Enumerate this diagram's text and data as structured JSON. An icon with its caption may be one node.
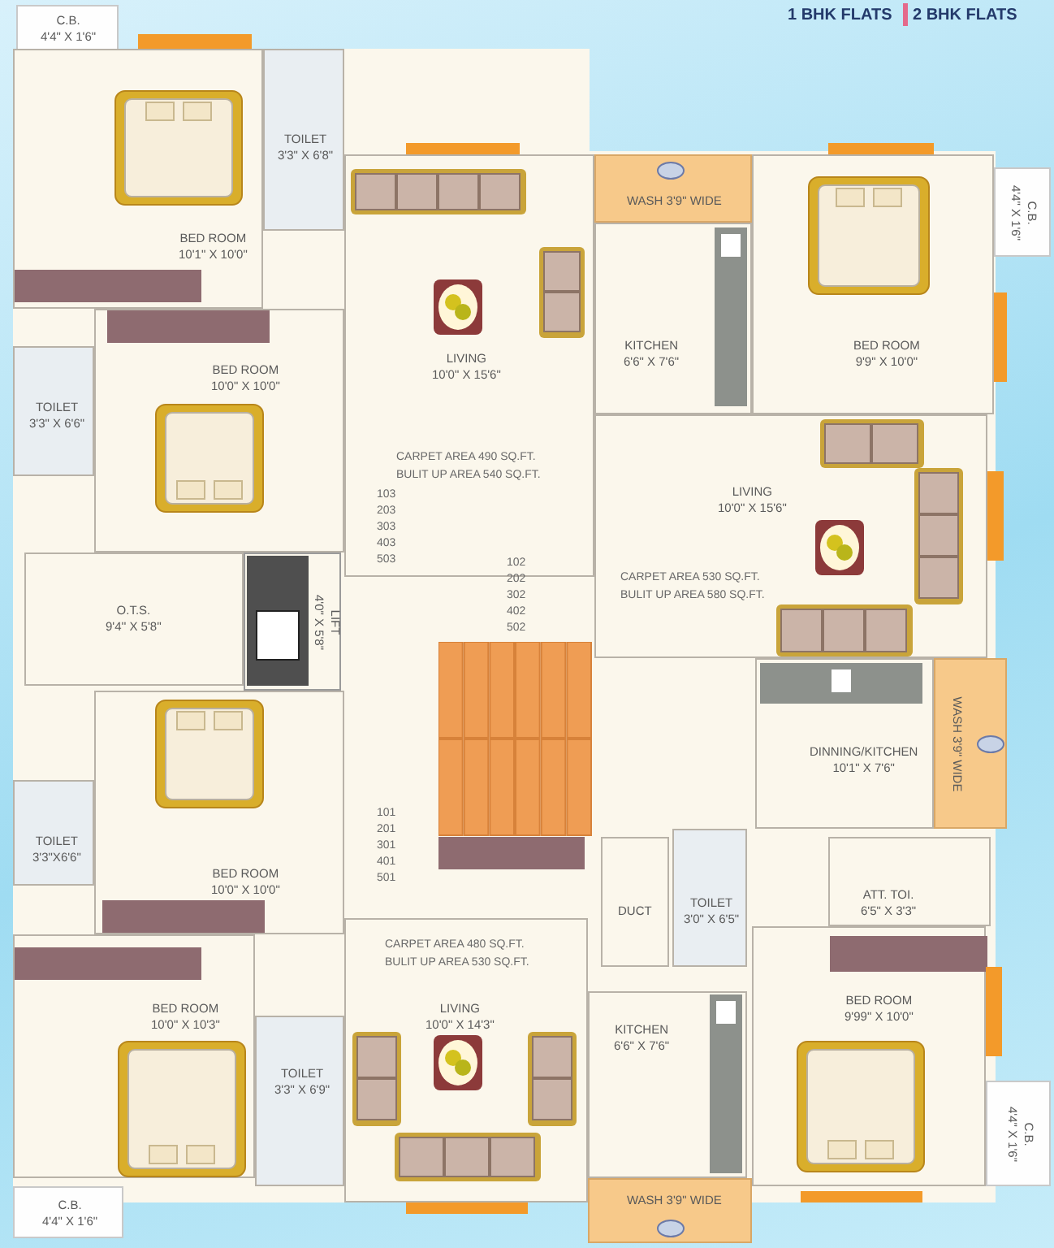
{
  "diagram": {
    "nodes": [
      {
        "text": [
          "C.B.",
          "4'4\" X 1'6\""
        ]
      },
      {
        "text": [
          "BED ROOM",
          "10'1\" X 10'0\""
        ]
      },
      {
        "text": [
          "TOILET",
          "3'3\" X 6'8\""
        ]
      },
      {
        "text": [
          "WASH 3'9\" WIDE"
        ]
      },
      {
        "text": [
          "C.B.",
          "4'4\" X 1'6\""
        ]
      },
      {
        "text": [
          "LIVING",
          "10'0\" X 15'6\""
        ]
      },
      {
        "text": [
          "KITCHEN",
          "6'6\" X 7'6\""
        ]
      },
      {
        "text": [
          "BED ROOM",
          "9'9\" X 10'0\""
        ]
      },
      {
        "text": [
          "TOILET",
          "3'3\" X 6'6\""
        ]
      },
      {
        "text": [
          "BED ROOM",
          "10'0\" X 10'0\""
        ]
      },
      {
        "text": [
          "LIVING",
          "10'0\" X 15'6\""
        ]
      },
      {
        "text": [
          "O.T.S.",
          "9'4'' X 5'8''"
        ]
      },
      {
        "text": [
          "LIFT",
          "4'0\" X 5'8\""
        ]
      },
      {
        "text": [
          "DINNING/KITCHEN",
          "10'1\" X 7'6\""
        ]
      },
      {
        "text": [
          "WASH 3'9\" WIDE"
        ]
      },
      {
        "text": [
          "TOILET",
          "3'3\"X6'6\""
        ]
      },
      {
        "text": [
          "BED ROOM",
          "10'0\" X 10'0\""
        ]
      },
      {
        "text": [
          "ATT. TOI.",
          "6'5\" X 3'3\""
        ]
      },
      {
        "text": [
          "DUCT"
        ]
      },
      {
        "text": [
          "TOILET",
          "3'0\" X 6'5\""
        ]
      },
      {
        "text": [
          "BED ROOM",
          "10'0\" X 10'3\""
        ]
      },
      {
        "text": [
          "LIVING",
          "10'0\" X 14'3\""
        ]
      },
      {
        "text": [
          "TOILET",
          "3'3\" X 6'9\""
        ]
      },
      {
        "text": [
          "KITCHEN",
          "6'6\" X 7'6\""
        ]
      },
      {
        "text": [
          "BED ROOM",
          "9'99\" X 10'0\""
        ]
      },
      {
        "text": [
          "C.B.",
          "4'4\" X 1'6\""
        ]
      },
      {
        "text": [
          "C.B.",
          "4'4\" X 1'6\""
        ]
      },
      {
        "text": [
          "WASH 3'9\" WIDE"
        ]
      },
      {
        "text": [],
        "shape": "bar",
        "in": 1
      },
      {
        "text": [],
        "shape": "bar",
        "in": 9
      },
      {
        "text": [],
        "shape": "bar",
        "in": 16
      },
      {
        "text": [],
        "shape": "bar",
        "in": 20
      },
      {
        "text": [],
        "shape": "bar"
      },
      {
        "text": [],
        "shape": "bar",
        "in": 24
      }
    ],
    "labels": [
      "1 BHK FLATS",
      "2 BHK FLATS",
      "CARPET AREA 490 SQ.FT.",
      "BULIT UP AREA 540 SQ.FT.",
      "103 203 303 403 503",
      "102 202 302 402 502",
      "CARPET AREA 530 SQ.FT.",
      "BULIT UP AREA 580 SQ.FT.",
      "101 201 301 401 501",
      "CARPET AREA 480 SQ.FT.",
      "BULIT UP AREA 530 SQ.FT."
    ]
  }
}
